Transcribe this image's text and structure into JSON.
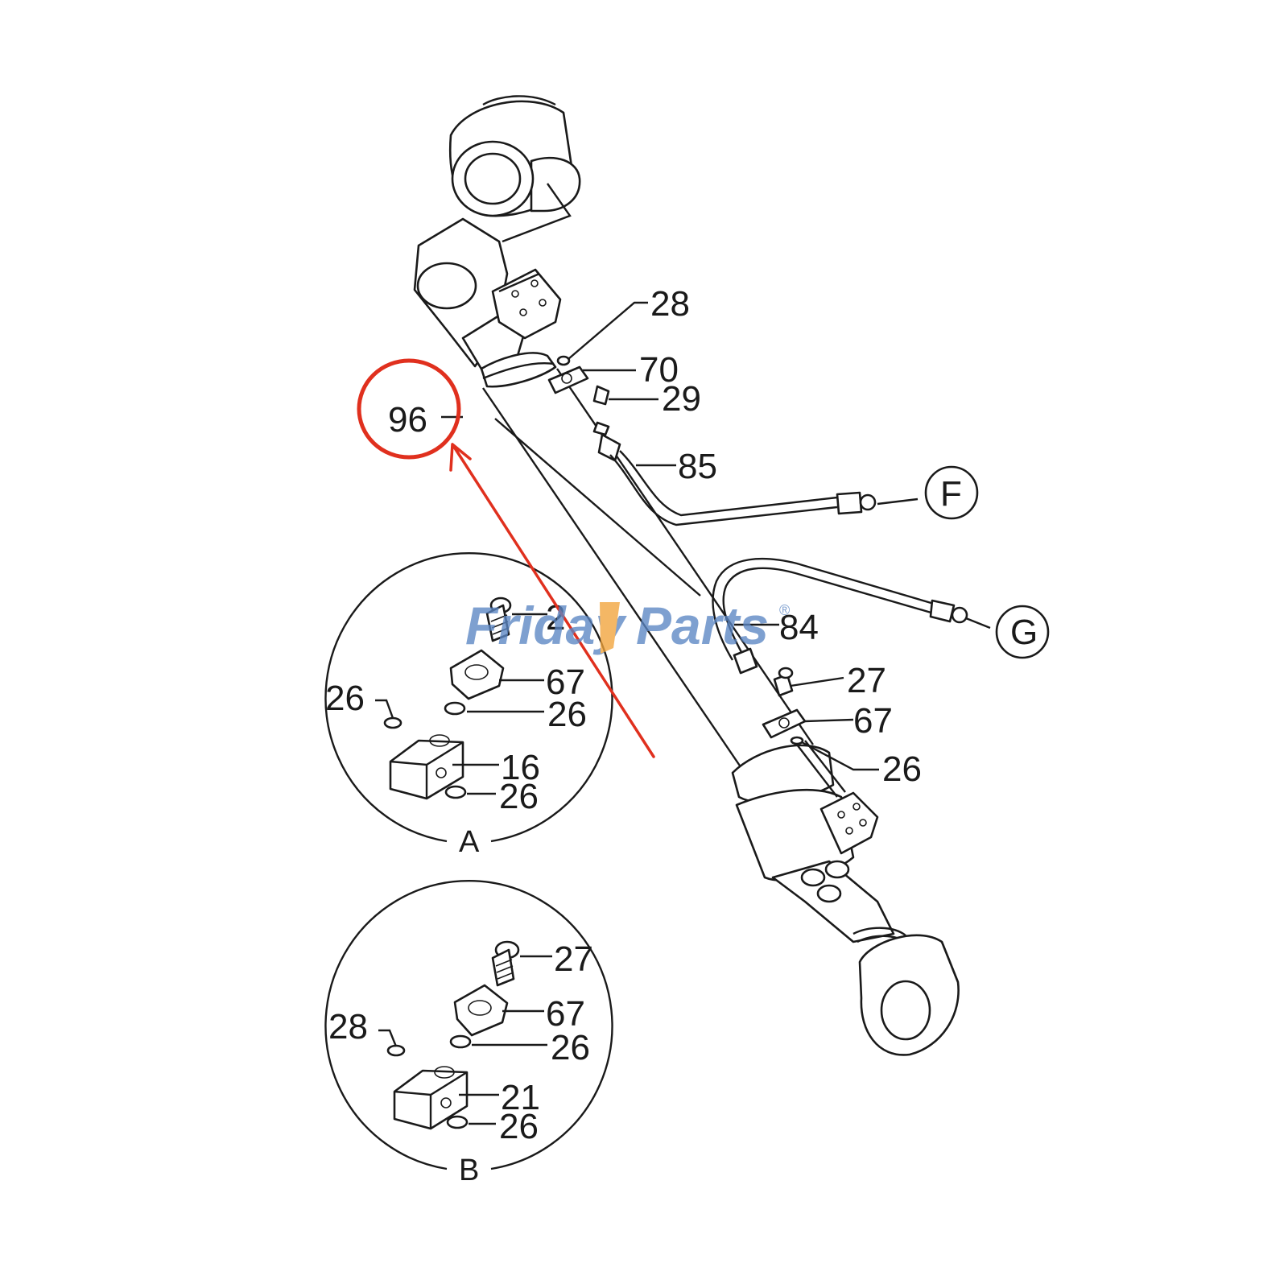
{
  "watermark": {
    "text_left": "Friday",
    "text_right": "Parts",
    "reg": "®",
    "color": "#5b86c4",
    "accent": "#f2a43a"
  },
  "highlight_color": "#e0301e",
  "labels": {
    "p28_top": "28",
    "p70": "70",
    "p29": "29",
    "p96": "96",
    "p85": "85",
    "pF": "F",
    "pG": "G",
    "p84": "84",
    "p27_main": "27",
    "p67_main": "67",
    "p26_main": "26",
    "a_2x": "2",
    "a_67": "67",
    "a_26_left": "26",
    "a_26_right": "26",
    "a_16": "16",
    "a_26_bottom": "26",
    "a_caption": "A",
    "b_27": "27",
    "b_67": "67",
    "b_28": "28",
    "b_26_right": "26",
    "b_21": "21",
    "b_26_bottom": "26",
    "b_caption": "B"
  }
}
